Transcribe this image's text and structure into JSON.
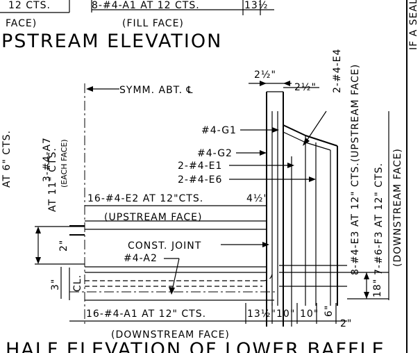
{
  "top": {
    "face_left": "FACE)",
    "cts_left": "12  CTS.",
    "bar_fill": "8-#4-A1 AT 12  CTS.",
    "dim_fill": "13½",
    "fill_face": "(FILL FACE)"
  },
  "titles": {
    "upstream_elevation": "PSTREAM ELEVATION",
    "lower_baffle": "HALF ELEVATION OF LOWER BAFFLE"
  },
  "labels": {
    "symm": "SYMM. ABT. ℄",
    "g1": "#4-G1",
    "g2": "#4-G2",
    "e1": "2-#4-E1",
    "e6": "2-#4-E6",
    "e2": "16-#4-E2 AT 12\"CTS.",
    "upstream_face": "(UPSTREAM FACE)",
    "const_joint": "CONST. JOINT",
    "a2": "#4-A2",
    "a1": "16-#4-A1 AT 12\" CTS.",
    "downstream_face": "(DOWNSTREAM FACE)",
    "a7_count": "3-#4-A7",
    "a7_spacing": "AT 11\" CTS.",
    "each_face": "(EACH FACE)",
    "at6": "AT 6\" CTS.",
    "e4": "2-#4-E4",
    "e3": "8-#4-E3 AT 12\" CTS.(UPSTREAM FACE)",
    "f3": "7-#6-F3 AT 12\" CTS.",
    "f3_face": "(DOWNSTREAM FACE)",
    "seal": "IF A SEAL IS"
  },
  "dims": {
    "top_2half_a": "2½\"",
    "top_2half_b": "2½\"",
    "e2_4half": "4½\"",
    "two_in": "2\"",
    "three_in": "3\"",
    "cl": "CL.",
    "thirteen_half": "13½\"",
    "ten_a": "10\"",
    "ten_b": "10\"",
    "six": "6\"",
    "two_bottom": "2\"",
    "eighteen": "18\""
  }
}
